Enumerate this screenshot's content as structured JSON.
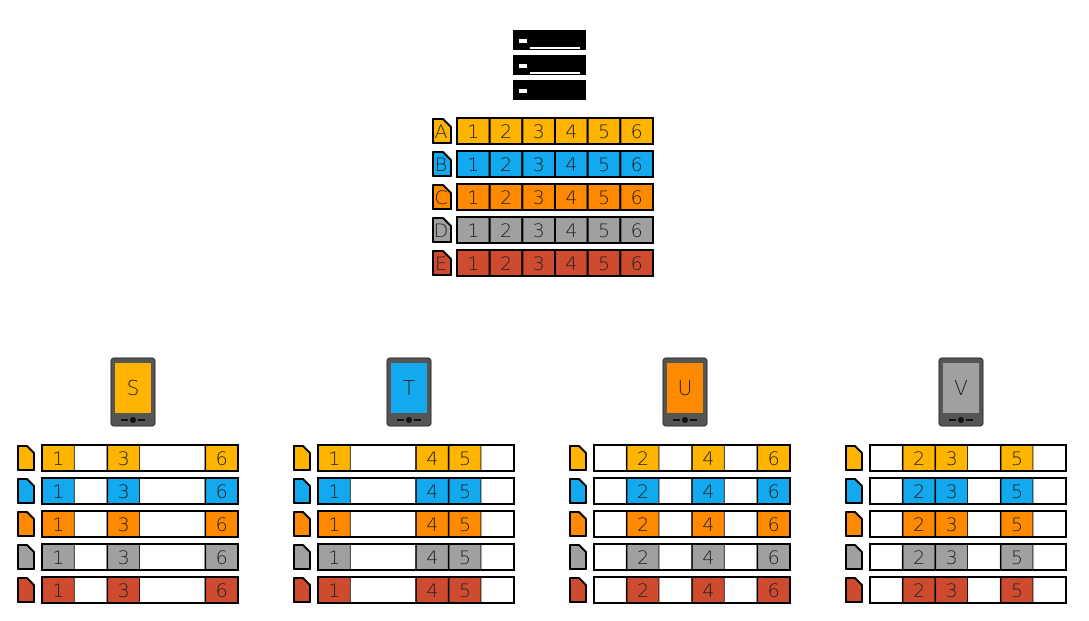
{
  "colors": {
    "A": "#FFB400",
    "B": "#12A9EE",
    "C": "#FF8A00",
    "D": "#A0A0A0",
    "E": "#CF4B30"
  },
  "icons": {
    "server": "server-icon",
    "device": "tablet-device-icon",
    "file": "file-icon"
  },
  "server": {
    "files": [
      {
        "label": "A",
        "color_key": "A",
        "chunks": [
          "1",
          "2",
          "3",
          "4",
          "5",
          "6"
        ]
      },
      {
        "label": "B",
        "color_key": "B",
        "chunks": [
          "1",
          "2",
          "3",
          "4",
          "5",
          "6"
        ]
      },
      {
        "label": "C",
        "color_key": "C",
        "chunks": [
          "1",
          "2",
          "3",
          "4",
          "5",
          "6"
        ]
      },
      {
        "label": "D",
        "color_key": "D",
        "chunks": [
          "1",
          "2",
          "3",
          "4",
          "5",
          "6"
        ]
      },
      {
        "label": "E",
        "color_key": "E",
        "chunks": [
          "1",
          "2",
          "3",
          "4",
          "5",
          "6"
        ]
      }
    ]
  },
  "devices": [
    {
      "label": "S",
      "color_key": "A",
      "chunks": [
        "1",
        "",
        "3",
        "",
        "",
        "6"
      ]
    },
    {
      "label": "T",
      "color_key": "B",
      "chunks": [
        "1",
        "",
        "",
        "4",
        "5",
        ""
      ]
    },
    {
      "label": "U",
      "color_key": "C",
      "chunks": [
        "",
        "2",
        "",
        "4",
        "",
        "6"
      ]
    },
    {
      "label": "V",
      "color_key": "D",
      "chunks": [
        "",
        "2",
        "3",
        "",
        "5",
        ""
      ]
    }
  ],
  "file_order": [
    "A",
    "B",
    "C",
    "D",
    "E"
  ]
}
